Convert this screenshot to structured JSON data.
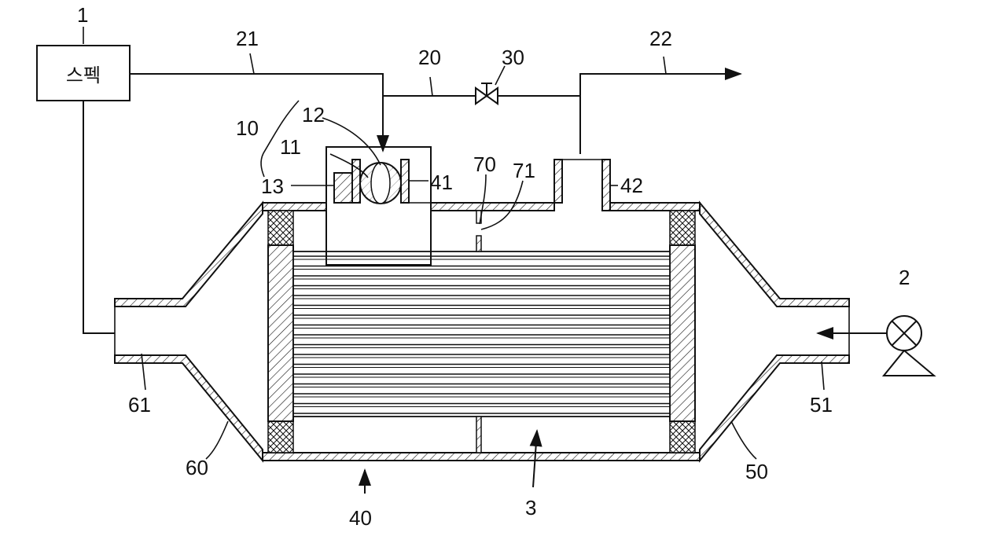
{
  "stack_box": {
    "text": "스펙"
  },
  "labels": {
    "l1": "1",
    "l2": "2",
    "l3": "3",
    "l10": "10",
    "l11": "11",
    "l12": "12",
    "l13": "13",
    "l20": "20",
    "l21": "21",
    "l22": "22",
    "l30": "30",
    "l40": "40",
    "l41": "41",
    "l42": "42",
    "l50": "50",
    "l51": "51",
    "l60": "60",
    "l61": "61",
    "l70": "70",
    "l71": "71"
  },
  "colors": {
    "line": "#111111",
    "background": "#ffffff"
  }
}
